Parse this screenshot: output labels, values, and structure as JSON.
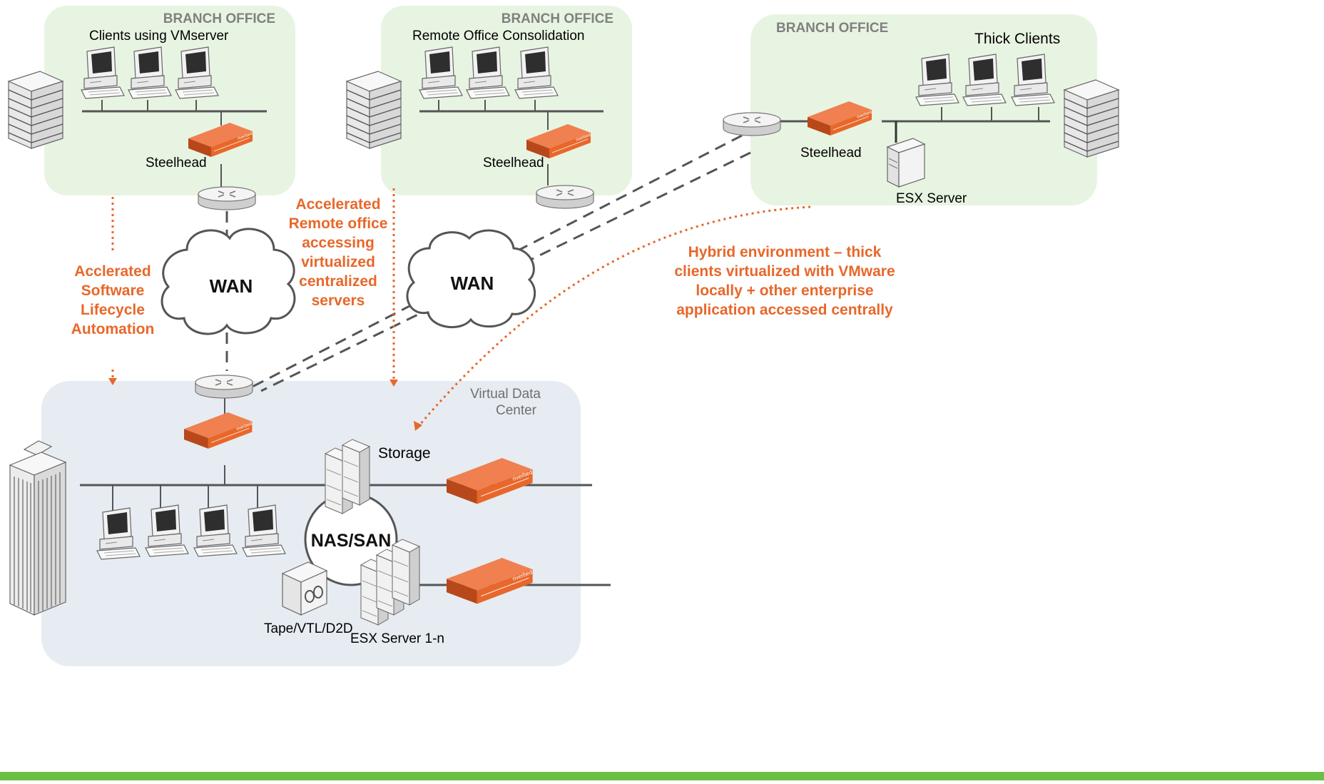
{
  "colors": {
    "branch_bg": "#e8f4e2",
    "datacenter_bg": "#e6ecf2",
    "accent_orange": "#e8672a",
    "line_gray": "#555555",
    "bottom_bar": "#6cbf45"
  },
  "branch1": {
    "heading": "BRANCH OFFICE",
    "title": "Clients using VMserver",
    "appliance_label": "Steelhead"
  },
  "branch2": {
    "heading": "BRANCH OFFICE",
    "title": "Remote Office Consolidation",
    "appliance_label": "Steelhead"
  },
  "branch3": {
    "heading": "BRANCH OFFICE",
    "title": "Thick Clients",
    "appliance_label": "Steelhead",
    "server_label": "ESX Server"
  },
  "wan": {
    "left_label": "WAN",
    "right_label": "WAN"
  },
  "annotations": {
    "software_lifecycle": [
      "Acclerated",
      "Software",
      "Lifecycle",
      "Automation"
    ],
    "remote_office": [
      "Accelerated",
      "Remote office",
      "accessing",
      "virtualized",
      "centralized",
      "servers"
    ],
    "hybrid": [
      "Hybrid environment – thick",
      "clients virtualized with VMware",
      "locally + other enterprise",
      "application accessed centrally"
    ]
  },
  "datacenter": {
    "title_line1": "Virtual  Data",
    "title_line2": "Center",
    "storage_label": "Storage",
    "nas_label": "NAS/SAN",
    "tape_label": "Tape/VTL/D2D",
    "esx_label": "ESX Server 1-n"
  },
  "icons": {
    "router": "router-icon",
    "appliance": "steelhead-appliance-icon",
    "workstation": "workstation-icon",
    "server_rack": "server-rack-icon",
    "building": "office-building-icon",
    "cloud": "wan-cloud-icon",
    "storage": "storage-array-icon",
    "tape": "tape-drive-icon",
    "tower_server": "tower-server-icon"
  }
}
